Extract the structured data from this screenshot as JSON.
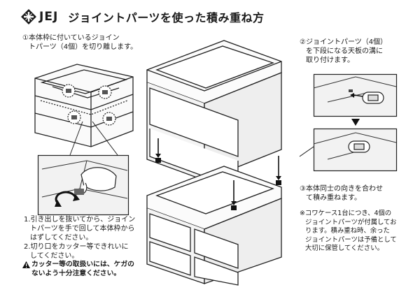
{
  "header": {
    "logo_text": "JEJ",
    "title": "ジョイントパーツを使った積み重ね方"
  },
  "step1": {
    "lines": [
      "①本体枠に付いているジョイン",
      "トパーツ（4個）を切り離します。"
    ]
  },
  "step2": {
    "lines": [
      "②ジョイントパーツ（4個）",
      "を下段になる天板の溝に",
      "取り付けます。"
    ]
  },
  "step3": {
    "lines": [
      "③本体同士の向きを合わせ",
      "て積み重ねます。"
    ]
  },
  "instructions": {
    "lines": [
      "1.引き出しを抜いてから、ジョイン",
      "トパーツを手で回して本体枠から",
      "はずしてください。",
      "2.切り口をカッター等できれいに",
      "してください。"
    ]
  },
  "warning": {
    "lines": [
      "カッター等の取扱いには、ケガの",
      "ないよう十分注意ください。"
    ]
  },
  "note": {
    "lines": [
      "※コワケース1台につき、4個の",
      "ジョイントパーツが付属してお",
      "ります。積み重ね時、余った",
      "ジョイントパーツは予備として",
      "大切に保管してください。"
    ]
  }
}
